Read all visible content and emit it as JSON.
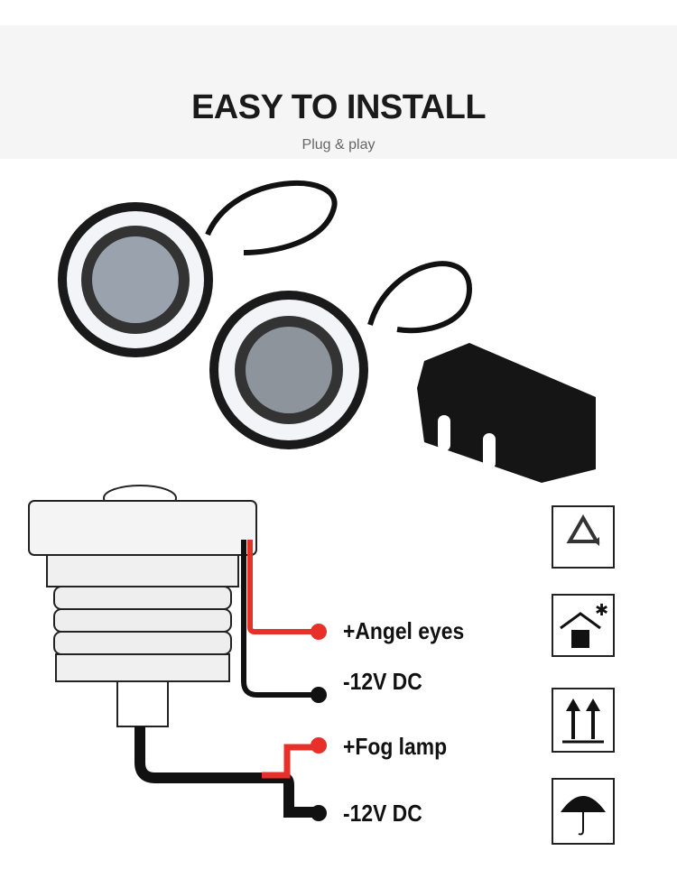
{
  "header": {
    "title": "EASY TO INSTALL",
    "subtitle": "Plug & play"
  },
  "wiring": {
    "labels": [
      "+Angel eyes",
      "-12V DC",
      "+Fog lamp",
      "-12V DC"
    ],
    "colors": {
      "positive": "#e8302a",
      "negative": "#111111"
    }
  },
  "package_icons": [
    "recycle-icon",
    "keep-from-sunlight-icon",
    "this-way-up-icon",
    "keep-dry-icon"
  ]
}
